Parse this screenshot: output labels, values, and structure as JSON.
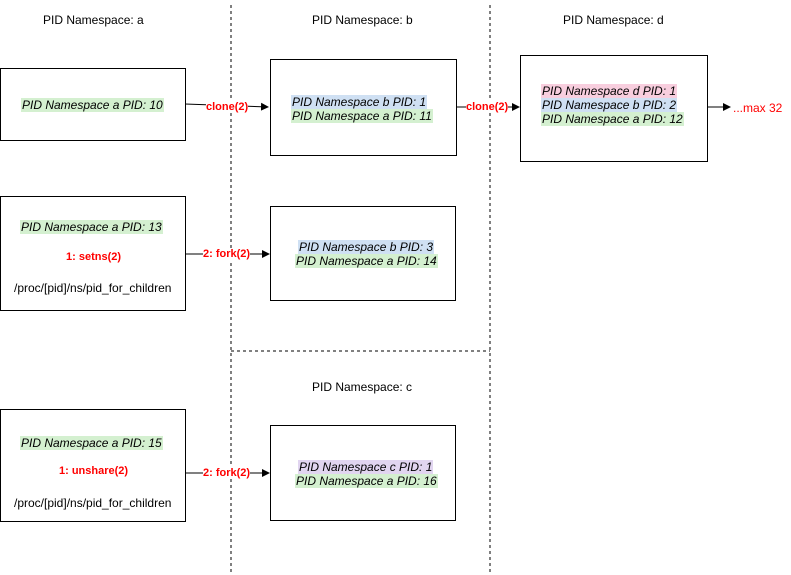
{
  "namespaces": {
    "a": "PID Namespace: a",
    "b": "PID Namespace: b",
    "d": "PID Namespace: d",
    "c": "PID Namespace: c"
  },
  "row1": {
    "proc_a": "PID Namespace a PID:  10",
    "edge_ab": "clone(2)",
    "proc_b_nsb": "PID Namespace b PID: 1",
    "proc_b_nsa": "PID Namespace a PID: 11",
    "edge_bd": "clone(2)",
    "proc_d_nsd": "PID Namespace d PID: 1",
    "proc_d_nsb": "PID Namespace b PID: 2",
    "proc_d_nsa": "PID Namespace a PID: 12",
    "max": "...max 32"
  },
  "row2": {
    "proc_a": "PID Namespace a PID:  13",
    "step1": "1: setns(2)",
    "path": "/proc/[pid]/ns/pid_for_children",
    "step2": "2: fork(2)",
    "child_nsb": "PID Namespace b PID: 3",
    "child_nsa": "PID Namespace a PID: 14"
  },
  "row3": {
    "proc_a": "PID Namespace a PID:  15",
    "step1": "1: unshare(2)",
    "path": "/proc/[pid]/ns/pid_for_children",
    "step2": "2: fork(2)",
    "child_nsc": "PID Namespace c PID: 1",
    "child_nsa": "PID Namespace a PID: 16"
  },
  "colors": {
    "ns_a": "#d4f0d0",
    "ns_b": "#cfe0f3",
    "ns_c": "#e1d5f0",
    "ns_d": "#f8cede",
    "edge_label": "#ff0000"
  }
}
